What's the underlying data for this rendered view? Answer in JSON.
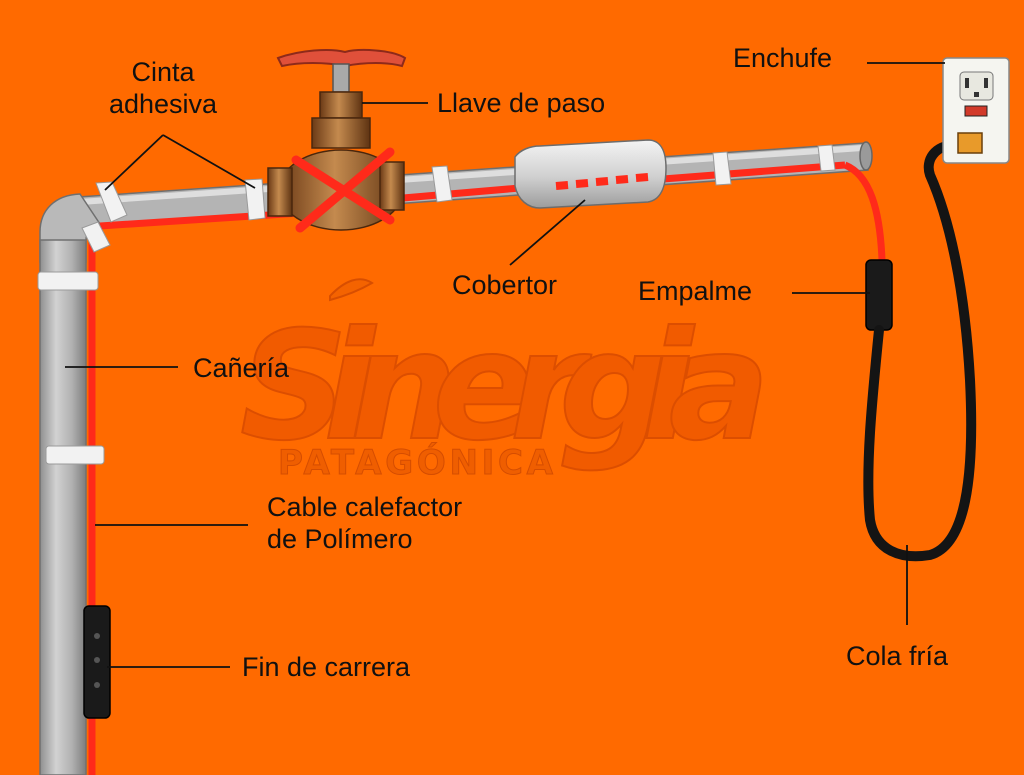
{
  "labels": {
    "cinta_adhesiva_1": "Cinta",
    "cinta_adhesiva_2": "adhesiva",
    "llave_de_paso": "Llave de paso",
    "enchufe": "Enchufe",
    "cobertor": "Cobertor",
    "empalme": "Empalme",
    "caneria": "Cañería",
    "cable_calefactor_1": "Cable calefactor",
    "cable_calefactor_2": "de Polímero",
    "fin_de_carrera": "Fin de carrera",
    "cola_fria": "Cola fría"
  },
  "watermark": {
    "title": "Sinergia",
    "subtitle": "PATAGÓNICA"
  },
  "colors": {
    "background": "#ff6a00",
    "pipe": "#a9a9a9",
    "heating_cable": "#ff2a1a",
    "tape": "#f2f2f2",
    "cold_tail": "#141414",
    "valve_handle": "#e0503a",
    "valve_body": "#a0622e"
  }
}
